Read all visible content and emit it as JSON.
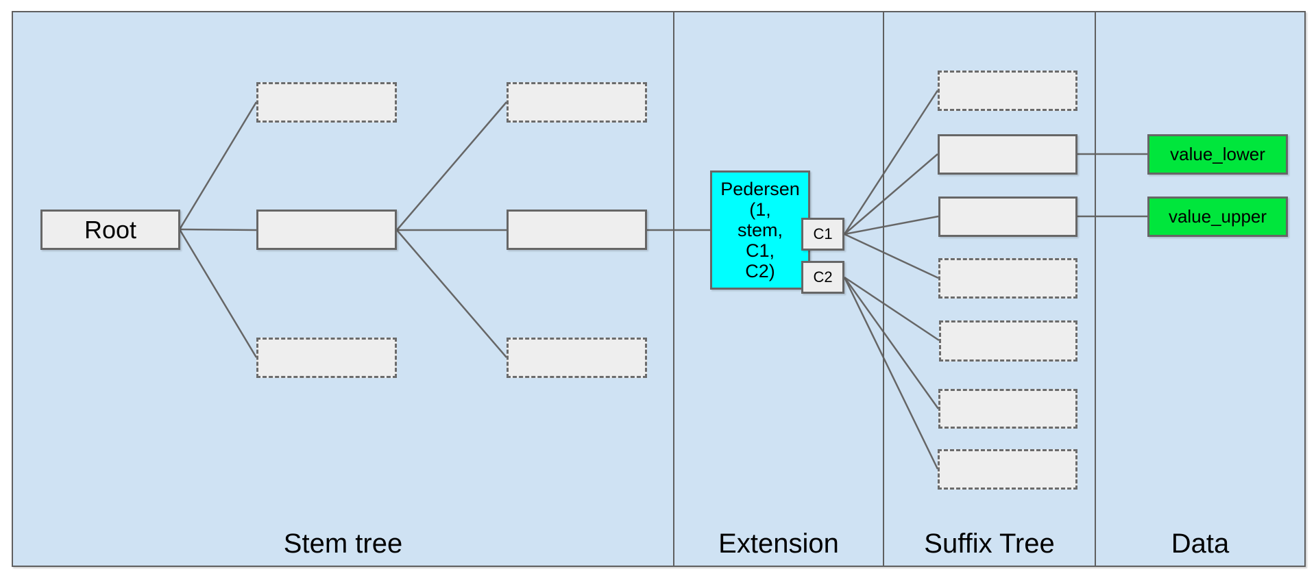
{
  "sections": [
    {
      "label": "Stem tree"
    },
    {
      "label": "Extension"
    },
    {
      "label": "Suffix Tree"
    },
    {
      "label": "Data"
    }
  ],
  "nodes": {
    "root": "Root",
    "pedersen": "Pedersen\n(1,\nstem,\nC1,\nC2)",
    "c1": "C1",
    "c2": "C2",
    "value_lower": "value_lower",
    "value_upper": "value_upper"
  },
  "colors": {
    "canvas_background": "#cfe2f3",
    "node_fill": "#eeeeee",
    "node_border": "#666666",
    "pedersen_fill": "#00ffff",
    "value_fill": "#00e63c",
    "edge_line": "#666666",
    "text": "#000000"
  }
}
